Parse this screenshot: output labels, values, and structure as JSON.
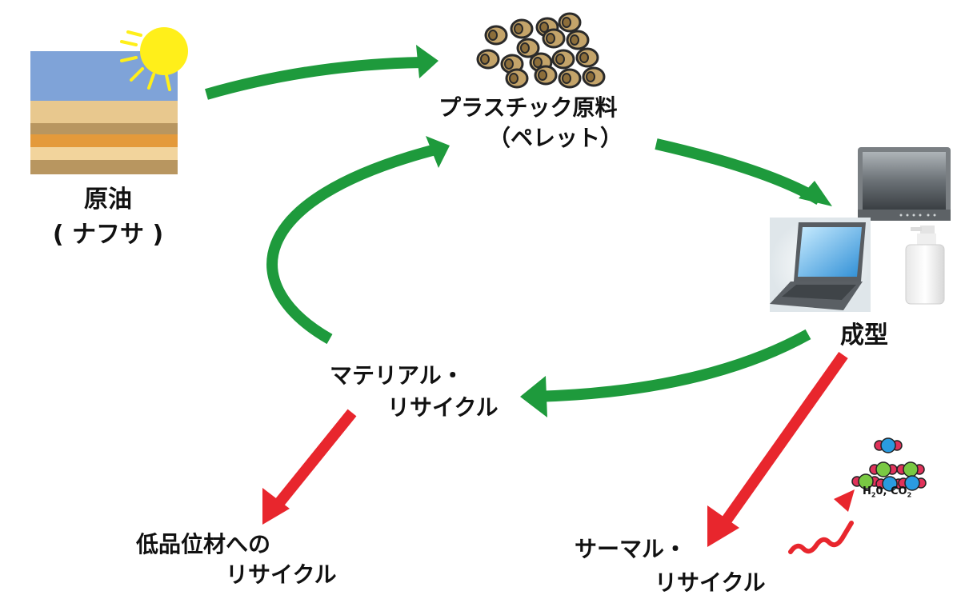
{
  "nodes": {
    "crude_oil": {
      "line1": "原油",
      "line2": "( ナフサ )"
    },
    "pellet": {
      "line1": "プラスチック原料",
      "line2": "（ペレット）"
    },
    "molding": {
      "line1": "成型"
    },
    "material_recycle": {
      "line1": "マテリアル・",
      "line2": "リサイクル"
    },
    "low_grade_recycle": {
      "line1": "低品位材への",
      "line2": "リサイクル"
    },
    "thermal_recycle": {
      "line1": "サーマル・",
      "line2": "リサイクル"
    },
    "combustion_products": {
      "h": "H",
      "sub1": "2",
      "mid": "0, CO",
      "sub2": "2"
    }
  },
  "colors": {
    "cycle_arrow": "#1e9a3c",
    "downgrade_arrow": "#e8262d",
    "sky": "#7fa3d8",
    "sun": "#ffef1a",
    "pellet": "#c4a46a",
    "atom_blue": "#2a9be0",
    "atom_green": "#79c843",
    "atom_red": "#e0325a"
  },
  "icons": [
    "sun-icon",
    "pellets-icon",
    "tv-icon",
    "laptop-icon",
    "bottle-icon",
    "molecules-icon"
  ]
}
